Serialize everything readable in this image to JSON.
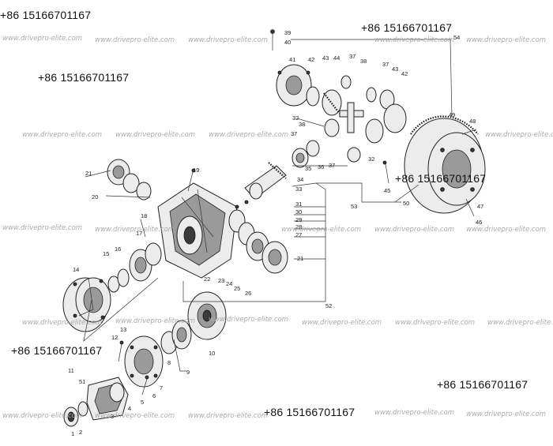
{
  "phone_overlays": [
    {
      "text": "+86 15166701167"
    },
    {
      "text": "+86 15166701167"
    },
    {
      "text": "+86 15166701167"
    },
    {
      "text": "+86 15166701167"
    },
    {
      "text": "+86 15166701167"
    },
    {
      "text": "+86 15166701167"
    },
    {
      "text": "+86 15166701167"
    }
  ],
  "watermark": "www.drivepro-elite.com",
  "part_numbers": [
    {
      "label": "1"
    },
    {
      "label": "2"
    },
    {
      "label": "3"
    },
    {
      "label": "4"
    },
    {
      "label": "5"
    },
    {
      "label": "6"
    },
    {
      "label": "7"
    },
    {
      "label": "8"
    },
    {
      "label": "9"
    },
    {
      "label": "10"
    },
    {
      "label": "11"
    },
    {
      "label": "51"
    },
    {
      "label": "12"
    },
    {
      "label": "13"
    },
    {
      "label": "14"
    },
    {
      "label": "15"
    },
    {
      "label": "16"
    },
    {
      "label": "17"
    },
    {
      "label": "18"
    },
    {
      "label": "19"
    },
    {
      "label": "20"
    },
    {
      "label": "21"
    },
    {
      "label": "21"
    },
    {
      "label": "22"
    },
    {
      "label": "23"
    },
    {
      "label": "24"
    },
    {
      "label": "25"
    },
    {
      "label": "26"
    },
    {
      "label": "27"
    },
    {
      "label": "28"
    },
    {
      "label": "29"
    },
    {
      "label": "30"
    },
    {
      "label": "31"
    },
    {
      "label": "33"
    },
    {
      "label": "34"
    },
    {
      "label": "52"
    },
    {
      "label": "53"
    },
    {
      "label": "50"
    },
    {
      "label": "45"
    },
    {
      "label": "46"
    },
    {
      "label": "47"
    },
    {
      "label": "48"
    },
    {
      "label": "49"
    },
    {
      "label": "54"
    },
    {
      "label": "39"
    },
    {
      "label": "40"
    },
    {
      "label": "41"
    },
    {
      "label": "42"
    },
    {
      "label": "43"
    },
    {
      "label": "44"
    },
    {
      "label": "37"
    },
    {
      "label": "38"
    },
    {
      "label": "37"
    },
    {
      "label": "43"
    },
    {
      "label": "42"
    },
    {
      "label": "32"
    },
    {
      "label": "38"
    },
    {
      "label": "37"
    },
    {
      "label": "36"
    },
    {
      "label": "35"
    },
    {
      "label": "37"
    },
    {
      "label": "32"
    }
  ]
}
